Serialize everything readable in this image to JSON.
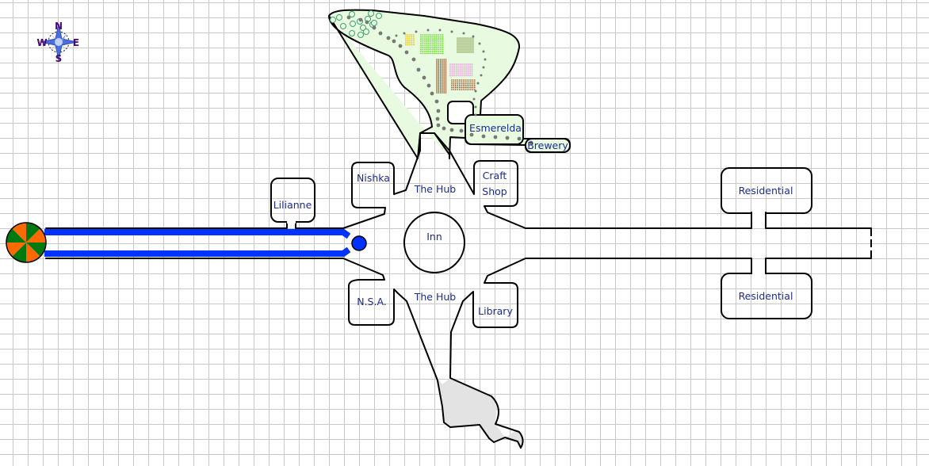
{
  "compass": {
    "n": "N",
    "s": "S",
    "e": "E",
    "w": "W"
  },
  "labels": {
    "lilianne": "Lilianne",
    "nishka": "Nishka",
    "hub_north": "The Hub",
    "hub_south": "The Hub",
    "craft_line1": "Craft",
    "craft_line2": "Shop",
    "inn": "Inn",
    "nsa": "N.S.A.",
    "library": "Library",
    "esmerelda": "Esmerelda",
    "brewery": "Brewery",
    "residential_north": "Residential",
    "residential_south": "Residential"
  },
  "colors": {
    "label": "#1c2b8f",
    "road": "#0033ff",
    "garden": "#e8fbe0",
    "cave": "#e3e3e3",
    "portal_a": "#ff6a00",
    "portal_b": "#007a10"
  }
}
